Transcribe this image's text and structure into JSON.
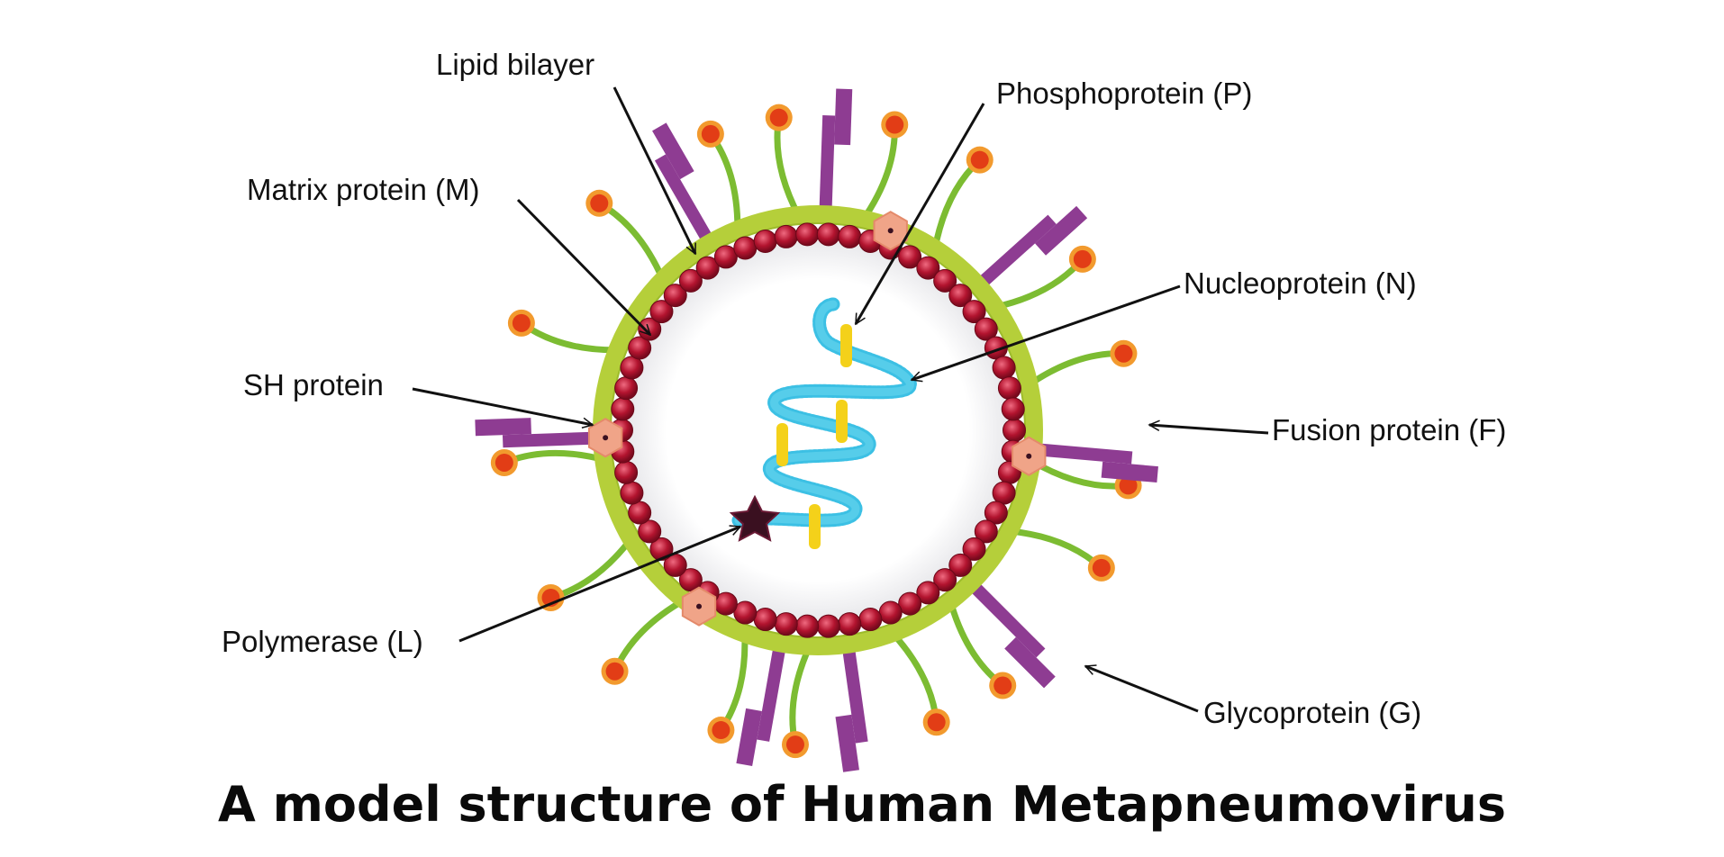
{
  "title": "A model structure of Human Metapneumovirus",
  "labels": {
    "lipid_bilayer": "Lipid bilayer",
    "matrix_protein": "Matrix protein (M)",
    "sh_protein": "SH protein",
    "polymerase": "Polymerase (L)",
    "phosphoprotein": "Phosphoprotein (P)",
    "nucleoprotein": "Nucleoprotein (N)",
    "fusion_protein": "Fusion protein (F)",
    "glycoprotein": "Glycoprotein (G)"
  },
  "colors": {
    "envelope": "#b5cf3a",
    "matrix": "#a5122e",
    "matrix_highlight": "#e8576e",
    "glycoprotein_stalk": "#7cbc32",
    "glycoprotein_head": "#e23d16",
    "glycoprotein_head_ring": "#f29a2e",
    "fusion_protein": "#8e3c92",
    "sh_protein": "#f0a488",
    "nucleoprotein": "#3cc0e4",
    "phosphoprotein": "#f4d11a",
    "polymerase": "#3a1020",
    "arrow": "#111111"
  }
}
